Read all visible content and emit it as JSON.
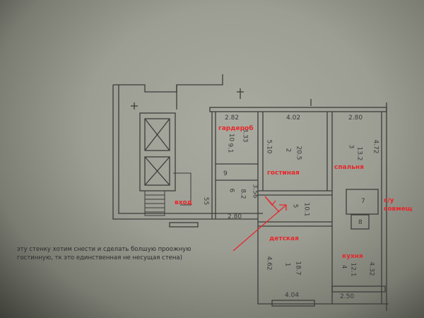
{
  "note": {
    "line1": "эту стенку хотим снести и сделать болшую проожную",
    "line2": "гостинную, тк это единственная не несущая стена)"
  },
  "labels": {
    "wardrobe": "гардероб",
    "living": "гостиная",
    "bedroom": "спальня",
    "entrance": "вход",
    "bathroom_line1": "с/у",
    "bathroom_line2": "совмещ",
    "kids": "детская",
    "kitchen": "кухня"
  },
  "dims": {
    "d282": "2.82",
    "d402": "4.02",
    "d280a": "2.80",
    "d333": "3.33",
    "r10": "10",
    "r10a": "9.1",
    "d510": "5.10",
    "r2": "2",
    "r2a": "20.5",
    "r3": "3",
    "r3a": "13.2",
    "d472": "4.72",
    "r9": "9",
    "r6": "6",
    "r6a": "8.2",
    "d356": "3.56",
    "d55": "55",
    "d280b": "2.80",
    "r5": "5",
    "r5a": "10.1",
    "r7": "7",
    "r8": "8",
    "d462": "4.62",
    "r1": "1",
    "r1a": "18.7",
    "d404": "4.04",
    "r4": "4",
    "r4a": "12.1",
    "d432": "4.32",
    "d250": "2.50"
  },
  "colors": {
    "annotation": "#e8262a",
    "line": "#3a3a3a"
  }
}
